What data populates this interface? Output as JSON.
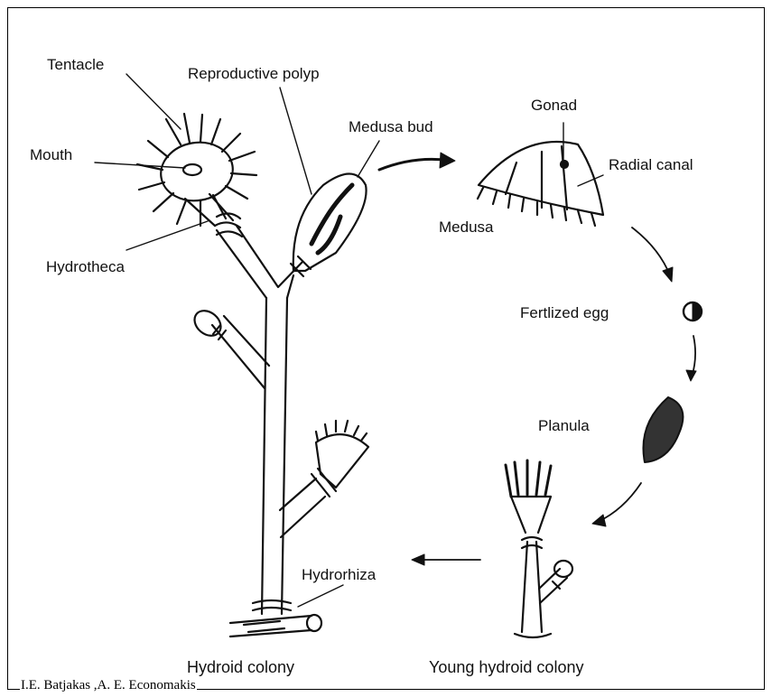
{
  "labels": {
    "tentacle": "Tentacle",
    "reproductive_polyp": "Reproductive polyp",
    "mouth": "Mouth",
    "medusa_bud": "Medusa bud",
    "gonad": "Gonad",
    "radial_canal": "Radial canal",
    "hydrotheca": "Hydrotheca",
    "medusa": "Medusa",
    "fertilized_egg": "Fertlized egg",
    "planula": "Planula",
    "hydrorhiza": "Hydrorhiza",
    "hydroid_colony": "Hydroid colony",
    "young_hydroid_colony": "Young hydroid colony"
  },
  "credit": "I.E. Batjakas ,A. E. Economakis"
}
